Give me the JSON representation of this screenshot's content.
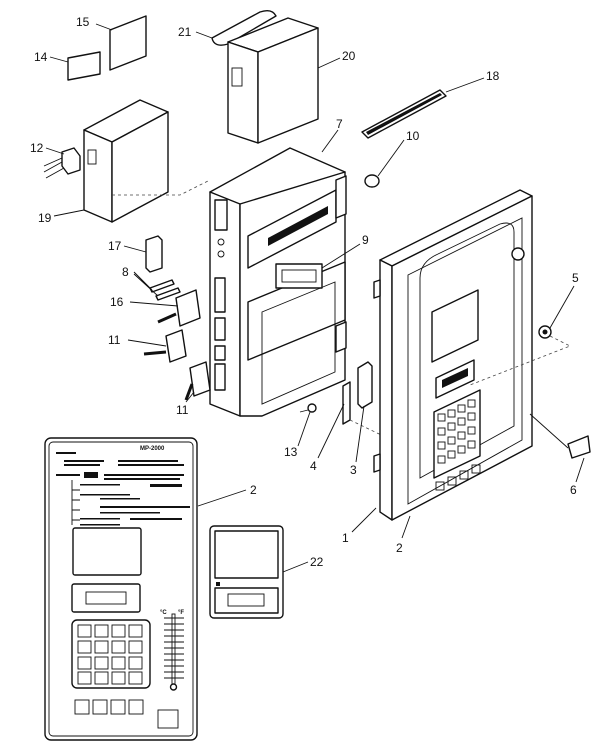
{
  "diagram": {
    "type": "exploded parts view",
    "panel_label": {
      "model": "MP-2000",
      "celsius": "°C",
      "fahrenheit": "°F"
    },
    "callouts": [
      {
        "id": "c14",
        "text": "14"
      },
      {
        "id": "c15",
        "text": "15"
      },
      {
        "id": "c21",
        "text": "21"
      },
      {
        "id": "c20",
        "text": "20"
      },
      {
        "id": "c18",
        "text": "18"
      },
      {
        "id": "c12",
        "text": "12"
      },
      {
        "id": "c19",
        "text": "19"
      },
      {
        "id": "c7",
        "text": "7"
      },
      {
        "id": "c10",
        "text": "10"
      },
      {
        "id": "c9",
        "text": "9"
      },
      {
        "id": "c17",
        "text": "17"
      },
      {
        "id": "c8",
        "text": "8"
      },
      {
        "id": "c16",
        "text": "16"
      },
      {
        "id": "c11a",
        "text": "11"
      },
      {
        "id": "c11b",
        "text": "11"
      },
      {
        "id": "c5",
        "text": "5"
      },
      {
        "id": "c13",
        "text": "13"
      },
      {
        "id": "c4",
        "text": "4"
      },
      {
        "id": "c3",
        "text": "3"
      },
      {
        "id": "c6",
        "text": "6"
      },
      {
        "id": "c1",
        "text": "1"
      },
      {
        "id": "c2a",
        "text": "2"
      },
      {
        "id": "c2b",
        "text": "2"
      },
      {
        "id": "c22",
        "text": "22"
      }
    ]
  }
}
